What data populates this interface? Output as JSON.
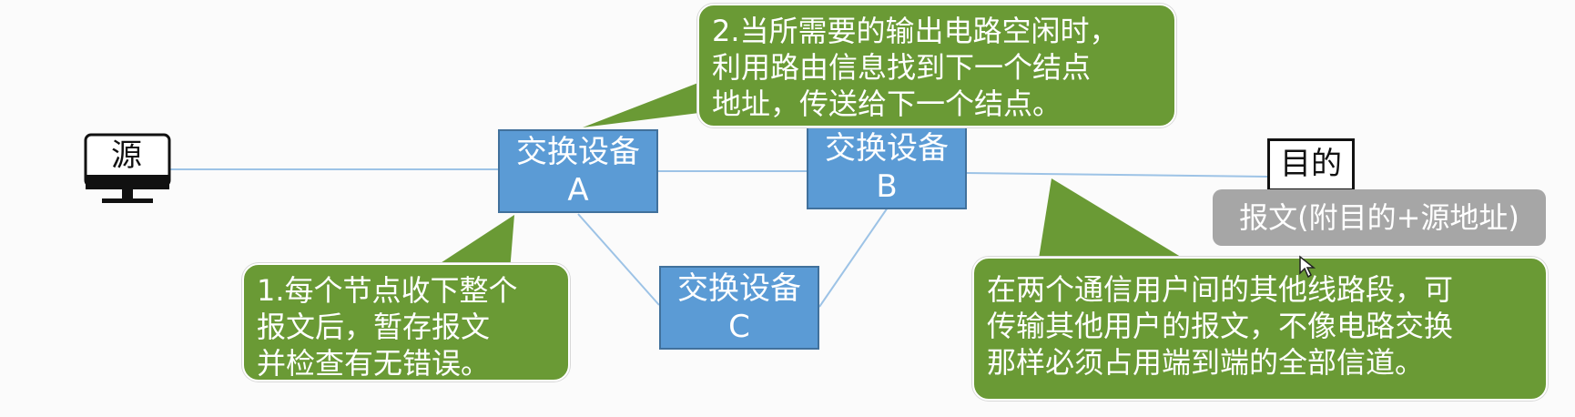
{
  "source_label": "源",
  "dest_label": "目的",
  "switches": {
    "a": {
      "name": "交换设备",
      "letter": "A"
    },
    "b": {
      "name": "交换设备",
      "letter": "B"
    },
    "c": {
      "name": "交换设备",
      "letter": "C"
    }
  },
  "message_label": "报文(附目的+源地址)",
  "callouts": {
    "top": [
      "2.当所需要的输出电路空闲时，",
      "利用路由信息找到下一个结点",
      "地址，传送给下一个结点。"
    ],
    "left": [
      "1.每个节点收下整个",
      "报文后，暂存报文",
      "并检查有无错误。"
    ],
    "right": [
      "在两个通信用户间的其他线路段，可",
      "传输其他用户的报文，不像电路交换",
      "那样必须占用端到端的全部信道。"
    ]
  },
  "colors": {
    "switch_fill": "#5b9bd5",
    "callout_fill": "#6a9a35",
    "message_fill": "#a6a6a6",
    "link_line": "#9dc3e6"
  }
}
